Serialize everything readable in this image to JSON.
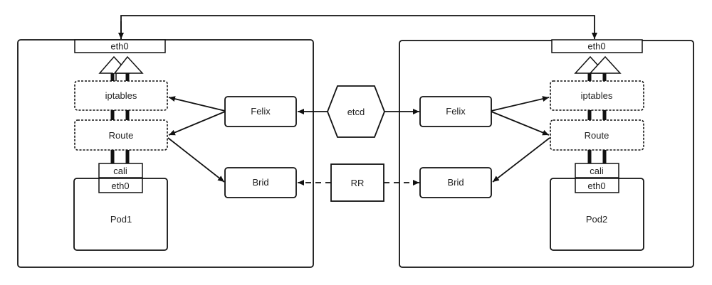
{
  "diagram": {
    "left_host": {
      "eth0": "eth0",
      "iptables": "iptables",
      "route": "Route",
      "cali": "cali",
      "pod_eth0": "eth0",
      "pod": "Pod1",
      "felix": "Felix",
      "brid": "Brid"
    },
    "right_host": {
      "eth0": "eth0",
      "iptables": "iptables",
      "route": "Route",
      "cali": "cali",
      "pod_eth0": "eth0",
      "pod": "Pod2",
      "felix": "Felix",
      "brid": "Brid"
    },
    "center": {
      "etcd": "etcd",
      "rr": "RR"
    }
  },
  "colors": {
    "stroke": "#111111",
    "background": "#ffffff"
  }
}
